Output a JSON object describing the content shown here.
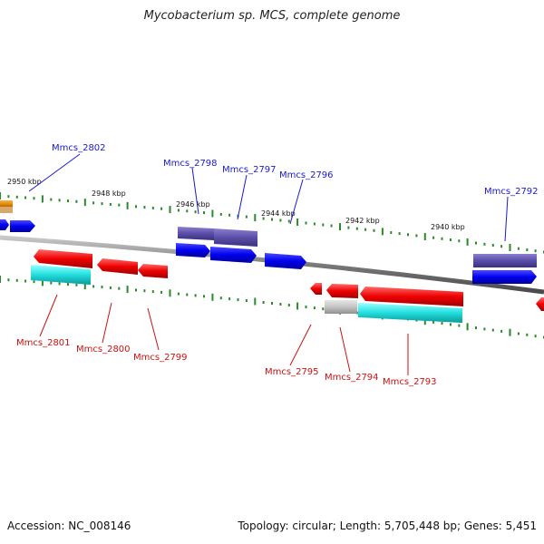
{
  "title": "Mycobacterium sp. MCS, complete genome",
  "footer": {
    "accession": "Accession: NC_008146",
    "stats": "Topology: circular; Length: 5,705,448 bp; Genes: 5,451"
  },
  "colors": {
    "plus_strand_label": "#1a1acc",
    "minus_strand_label": "#cc1111",
    "cds_plus": "#0000ff",
    "gene_plus": "#5a4ea8",
    "cds_minus": "#ff0000",
    "gene_minus": "#1ec8c8",
    "backbone": "#888888",
    "tick": "#2a8a2a"
  },
  "kbp_labels": [
    "2950 kbp",
    "2948 kbp",
    "2946 kbp",
    "2944 kbp",
    "2942 kbp",
    "2940 kbp"
  ],
  "plus_labels": [
    "Mmcs_2802",
    "Mmcs_2798",
    "Mmcs_2797",
    "Mmcs_2796",
    "Mmcs_2792"
  ],
  "minus_labels": [
    "Mmcs_2801",
    "Mmcs_2800",
    "Mmcs_2799",
    "Mmcs_2795",
    "Mmcs_2794",
    "Mmcs_2793"
  ]
}
